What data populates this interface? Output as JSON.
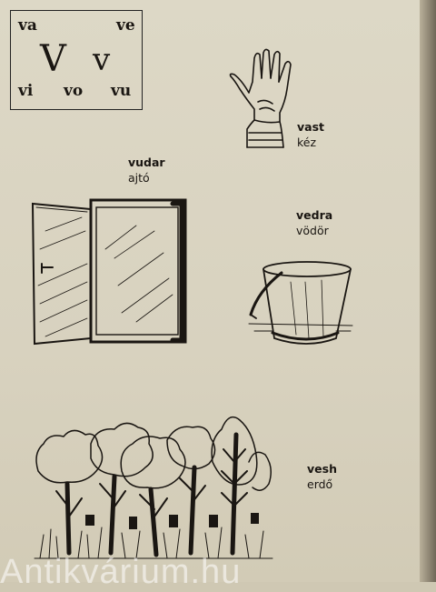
{
  "syllables": {
    "top_left": "va",
    "top_right": "ve",
    "capital": "V",
    "lowercase": "v",
    "bottom_left": "vi",
    "bottom_mid": "vo",
    "bottom_right": "vu"
  },
  "words": [
    {
      "word": "vast",
      "translation": "kéz"
    },
    {
      "word": "vudar",
      "translation": "ajtó"
    },
    {
      "word": "vedra",
      "translation": "vödör"
    },
    {
      "word": "vesh",
      "translation": "erdő"
    }
  ],
  "watermark": "Antikvárium.hu"
}
